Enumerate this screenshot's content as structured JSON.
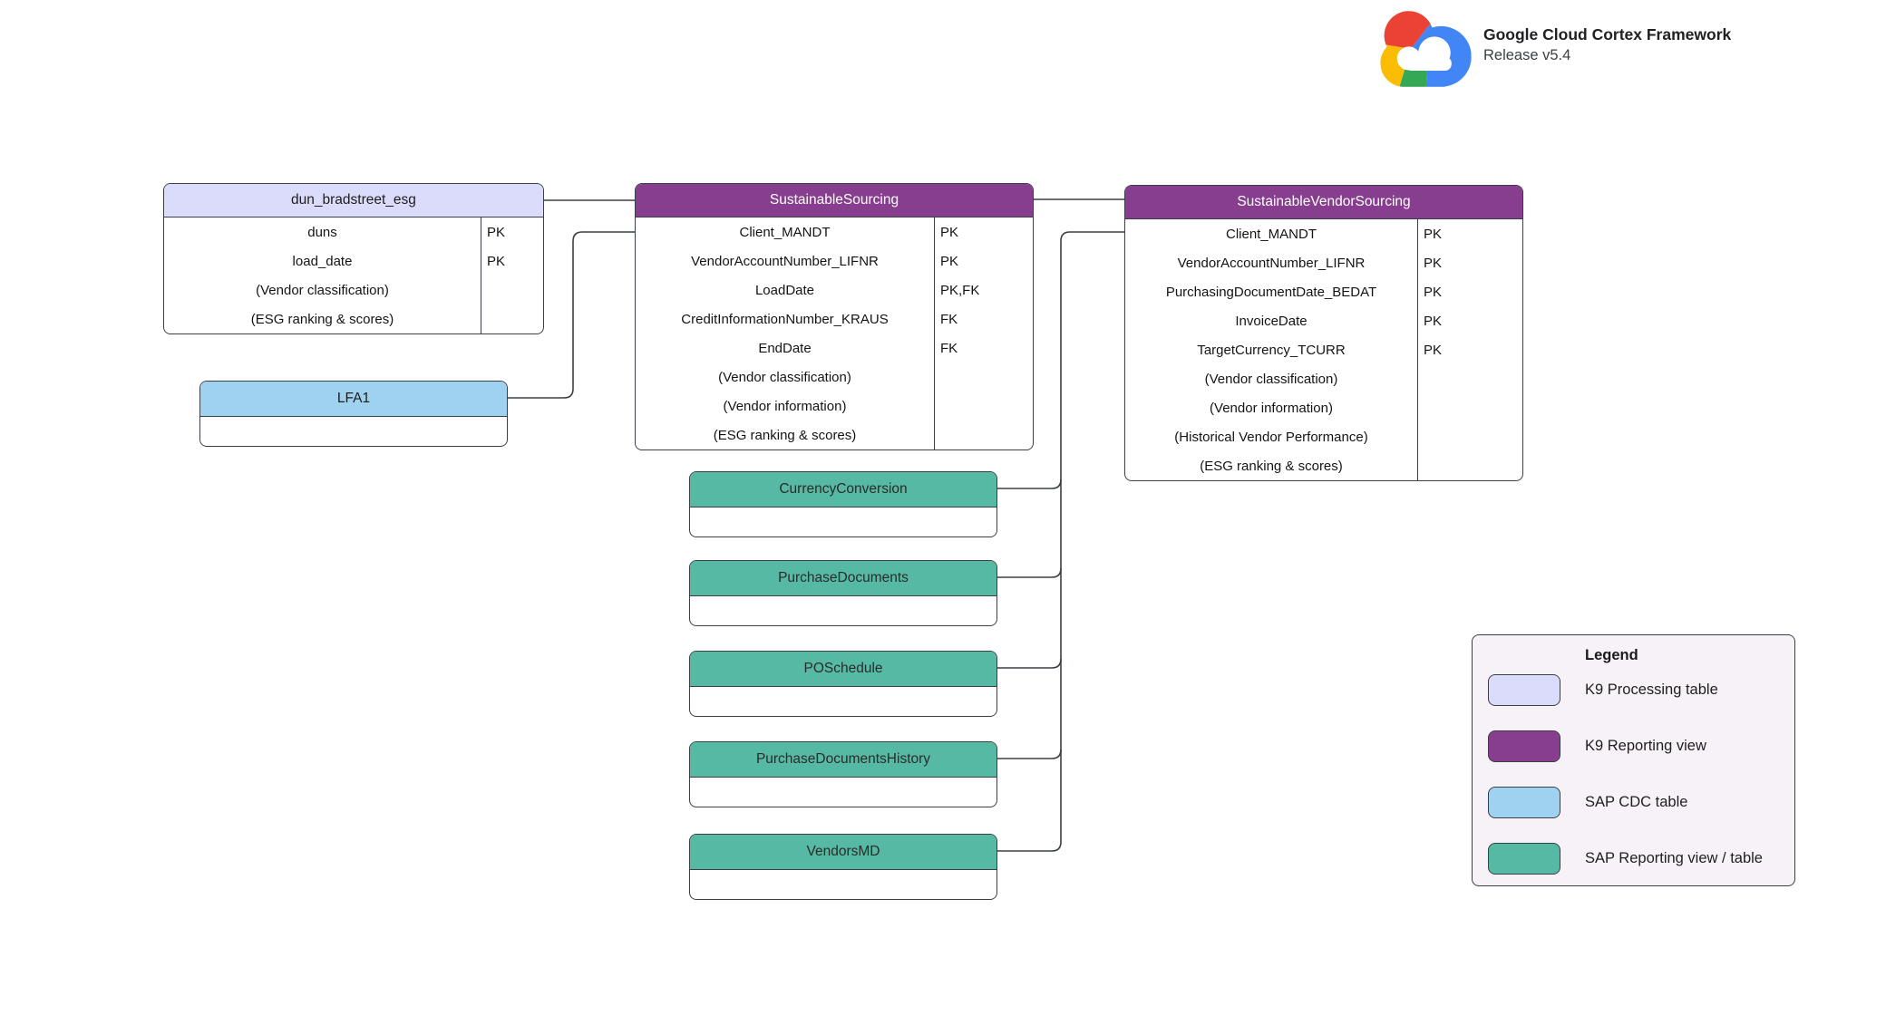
{
  "brand": {
    "title": "Google Cloud Cortex Framework",
    "subtitle": "Release v5.4",
    "logo_icon": "google-cloud-logo"
  },
  "colors": {
    "k9_processing_table": "#dbdcfb",
    "k9_reporting_view": "#873e8e",
    "sap_cdc_table": "#9fd2f1",
    "sap_reporting_view_table": "#56b9a3",
    "legend_background": "#f7f2f7",
    "connector_line": "#3a3f45",
    "logo_red": "#EA4335",
    "logo_yellow": "#FBBC04",
    "logo_green": "#34A853",
    "logo_blue": "#4285F4"
  },
  "tables": {
    "dun_bradstreet_esg": {
      "title": "dun_bradstreet_esg",
      "rows": [
        {
          "name": "duns",
          "key": "PK"
        },
        {
          "name": "load_date",
          "key": "PK"
        },
        {
          "name": "(Vendor classification)",
          "key": ""
        },
        {
          "name": "(ESG ranking & scores)",
          "key": ""
        }
      ]
    },
    "sustainable_sourcing": {
      "title": "SustainableSourcing",
      "rows": [
        {
          "name": "Client_MANDT",
          "key": "PK"
        },
        {
          "name": "VendorAccountNumber_LIFNR",
          "key": "PK"
        },
        {
          "name": "LoadDate",
          "key": "PK,FK"
        },
        {
          "name": "CreditInformationNumber_KRAUS",
          "key": "FK"
        },
        {
          "name": "EndDate",
          "key": "FK"
        },
        {
          "name": "(Vendor classification)",
          "key": ""
        },
        {
          "name": "(Vendor information)",
          "key": ""
        },
        {
          "name": "(ESG ranking & scores)",
          "key": ""
        }
      ]
    },
    "sustainable_vendor_sourcing": {
      "title": "SustainableVendorSourcing",
      "rows": [
        {
          "name": "Client_MANDT",
          "key": "PK"
        },
        {
          "name": "VendorAccountNumber_LIFNR",
          "key": "PK"
        },
        {
          "name": "PurchasingDocumentDate_BEDAT",
          "key": "PK"
        },
        {
          "name": "InvoiceDate",
          "key": "PK"
        },
        {
          "name": "TargetCurrency_TCURR",
          "key": "PK"
        },
        {
          "name": "(Vendor classification)",
          "key": ""
        },
        {
          "name": "(Vendor information)",
          "key": ""
        },
        {
          "name": "(Historical Vendor Performance)",
          "key": ""
        },
        {
          "name": "(ESG ranking & scores)",
          "key": ""
        }
      ]
    },
    "lfa1": {
      "title": "LFA1"
    },
    "currency_conversion": {
      "title": "CurrencyConversion"
    },
    "purchase_documents": {
      "title": "PurchaseDocuments"
    },
    "po_schedule": {
      "title": "POSchedule"
    },
    "purchase_documents_history": {
      "title": "PurchaseDocumentsHistory"
    },
    "vendors_md": {
      "title": "VendorsMD"
    }
  },
  "connections": [
    {
      "from": "dun_bradstreet_esg",
      "to": "SustainableSourcing"
    },
    {
      "from": "LFA1",
      "to": "SustainableSourcing"
    },
    {
      "from": "SustainableSourcing",
      "to": "SustainableVendorSourcing"
    },
    {
      "from": "CurrencyConversion",
      "to": "SustainableVendorSourcing"
    },
    {
      "from": "PurchaseDocuments",
      "to": "SustainableVendorSourcing"
    },
    {
      "from": "POSchedule",
      "to": "SustainableVendorSourcing"
    },
    {
      "from": "PurchaseDocumentsHistory",
      "to": "SustainableVendorSourcing"
    },
    {
      "from": "VendorsMD",
      "to": "SustainableVendorSourcing"
    }
  ],
  "legend": {
    "title": "Legend",
    "items": [
      {
        "label": "K9 Processing table",
        "color": "#dbdcfb"
      },
      {
        "label": "K9 Reporting view",
        "color": "#873e8e"
      },
      {
        "label": "SAP CDC table",
        "color": "#9fd2f1"
      },
      {
        "label": "SAP Reporting view / table",
        "color": "#56b9a3"
      }
    ]
  }
}
